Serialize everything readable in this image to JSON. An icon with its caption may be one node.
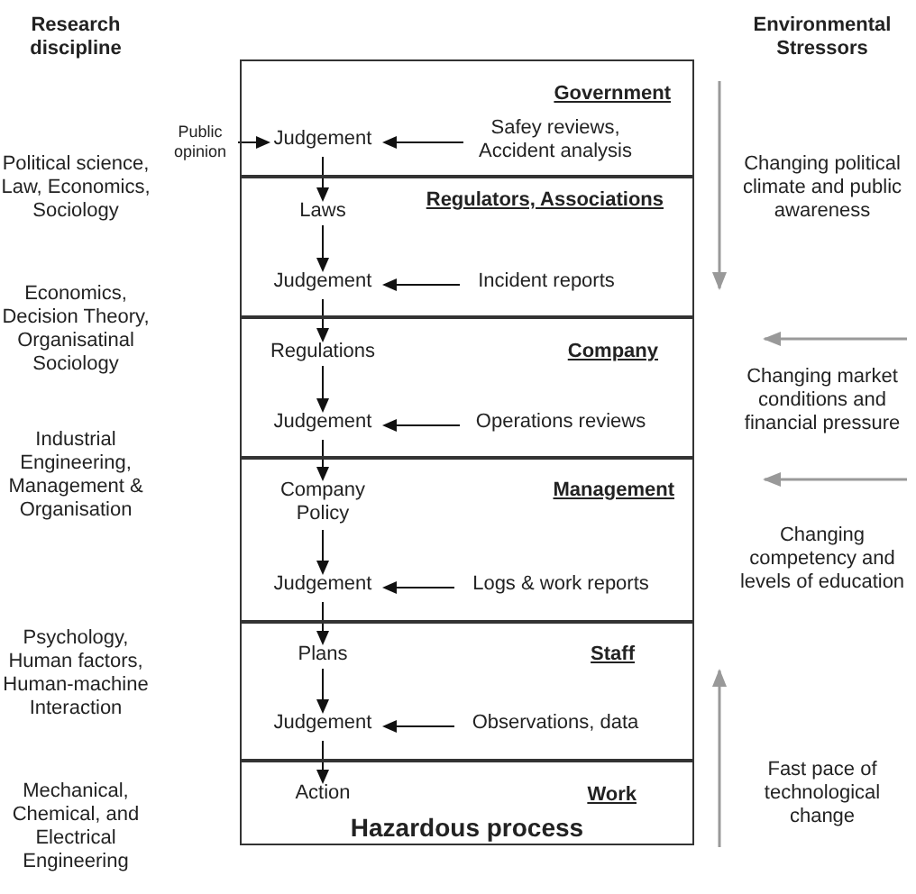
{
  "diagram": {
    "nodes": [
      {
        "text": [
          "Government"
        ]
      },
      {
        "text": [
          "Public opinion"
        ]
      },
      {
        "text": [
          "Judgement"
        ],
        "in": 0
      },
      {
        "text": [
          "Safey reviews, Accident analysis"
        ],
        "in": 0
      },
      {
        "text": [
          "Regulators, Associations"
        ]
      },
      {
        "text": [
          "Laws"
        ],
        "in": 4
      },
      {
        "text": [
          "Judgement"
        ],
        "in": 4
      },
      {
        "text": [
          "Incident reports"
        ],
        "in": 4
      },
      {
        "text": [
          "Company"
        ]
      },
      {
        "text": [
          "Regulations"
        ],
        "in": 8
      },
      {
        "text": [
          "Judgement"
        ],
        "in": 8
      },
      {
        "text": [
          "Operations reviews"
        ],
        "in": 8
      },
      {
        "text": [
          "Management"
        ]
      },
      {
        "text": [
          "Company Policy"
        ],
        "in": 12
      },
      {
        "text": [
          "Judgement"
        ],
        "in": 12
      },
      {
        "text": [
          "Logs & work reports"
        ],
        "in": 12
      },
      {
        "text": [
          "Staff"
        ]
      },
      {
        "text": [
          "Plans"
        ],
        "in": 16
      },
      {
        "text": [
          "Judgement"
        ],
        "in": 16
      },
      {
        "text": [
          "Observations, data"
        ],
        "in": 16
      },
      {
        "text": [
          "Work",
          "Hazardous process"
        ]
      },
      {
        "text": [
          "Action"
        ],
        "in": 20
      }
    ],
    "edges": [
      {
        "from": 1,
        "to": 2,
        "arrow": "to"
      },
      {
        "from": 3,
        "to": 2,
        "arrow": "to"
      },
      {
        "from": 2,
        "to": 5,
        "arrow": "to"
      },
      {
        "from": 5,
        "to": 6,
        "arrow": "to"
      },
      {
        "from": 7,
        "to": 6,
        "arrow": "to"
      },
      {
        "from": 6,
        "to": 9,
        "arrow": "to"
      },
      {
        "from": 9,
        "to": 10,
        "arrow": "to"
      },
      {
        "from": 11,
        "to": 10,
        "arrow": "to"
      },
      {
        "from": 10,
        "to": 13,
        "arrow": "to"
      },
      {
        "from": 13,
        "to": 14,
        "arrow": "to"
      },
      {
        "from": 15,
        "to": 14,
        "arrow": "to"
      },
      {
        "from": 14,
        "to": 17,
        "arrow": "to"
      },
      {
        "from": 17,
        "to": 18,
        "arrow": "to"
      },
      {
        "from": 19,
        "to": 18,
        "arrow": "to"
      },
      {
        "from": 18,
        "to": 21,
        "arrow": "to"
      }
    ],
    "labels": [
      "Research discipline",
      "Environmental Stressors",
      "Political science, Law, Economics, Sociology",
      "Economics, Decision Theory, Organisatinal Sociology",
      "Industrial Engineering, Management & Organisation",
      "Psychology, Human factors, Human-machine Interaction",
      "Mechanical, Chemical, and Electrical Engineering",
      "Changing political climate and public awareness",
      "Changing market conditions and financial pressure",
      "Changing competency and levels of education",
      "Fast pace of technological change"
    ]
  }
}
